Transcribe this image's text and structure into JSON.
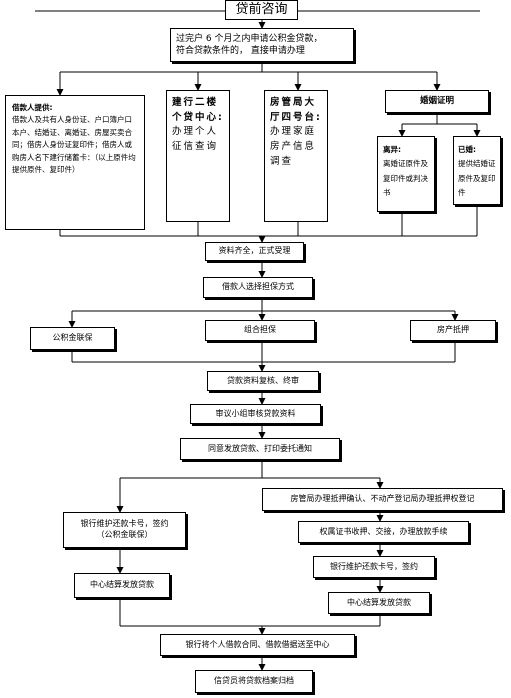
{
  "title": "贷前咨询",
  "top_box": "过完户 6 个月之内申请公积金贷款，\n符合贷款条件的，  直接申请办理",
  "borrower": {
    "heading": "借款人提供:",
    "body": "借款人及共有人身份证、户口簿户口本户、结婚证、离婚证、房屋买卖合同；借房人身份证复印件；借房人或购房人名下建行储蓄卡：（以上原件均提供原件、复印件）"
  },
  "bank_center": {
    "heading": "建行二楼个贷中心:",
    "body": "办理个人征信查询"
  },
  "housing_hall": {
    "heading": "房管局大厅四号台:",
    "body": "办理家庭房产信息调查"
  },
  "marriage": {
    "title": "婚姻证明",
    "divorced_heading": "离异:",
    "divorced_body": "离婚证原件及复印件或判决书",
    "married_heading": "已婚:",
    "married_body": "提供结婚证原件及复印件"
  },
  "steps": {
    "accept": "资料齐全，正式受理",
    "choose": "借款人选择担保方式",
    "opt_fund": "公积金联保",
    "opt_combo": "组合担保",
    "opt_house": "房产抵押",
    "review": "贷款资料复核、终审",
    "committee": "审议小组审核贷款资料",
    "notice": "同意发放贷款、打印委托通知",
    "left_card": "银行维护还款卡号，签约\n（公积金联保）",
    "left_center": "中心结算发放贷款",
    "right_1": "房管局办理抵押确认、不动产登记局办理抵押权登记",
    "right_2": "权属证书收押、交接，办理放款手续",
    "right_3": "银行维护还款卡号，签约",
    "right_4": "中心结算发放贷款",
    "contract": "银行将个人借款合同、借款借据送至中心",
    "archive": "信贷员将贷款档案归档"
  }
}
